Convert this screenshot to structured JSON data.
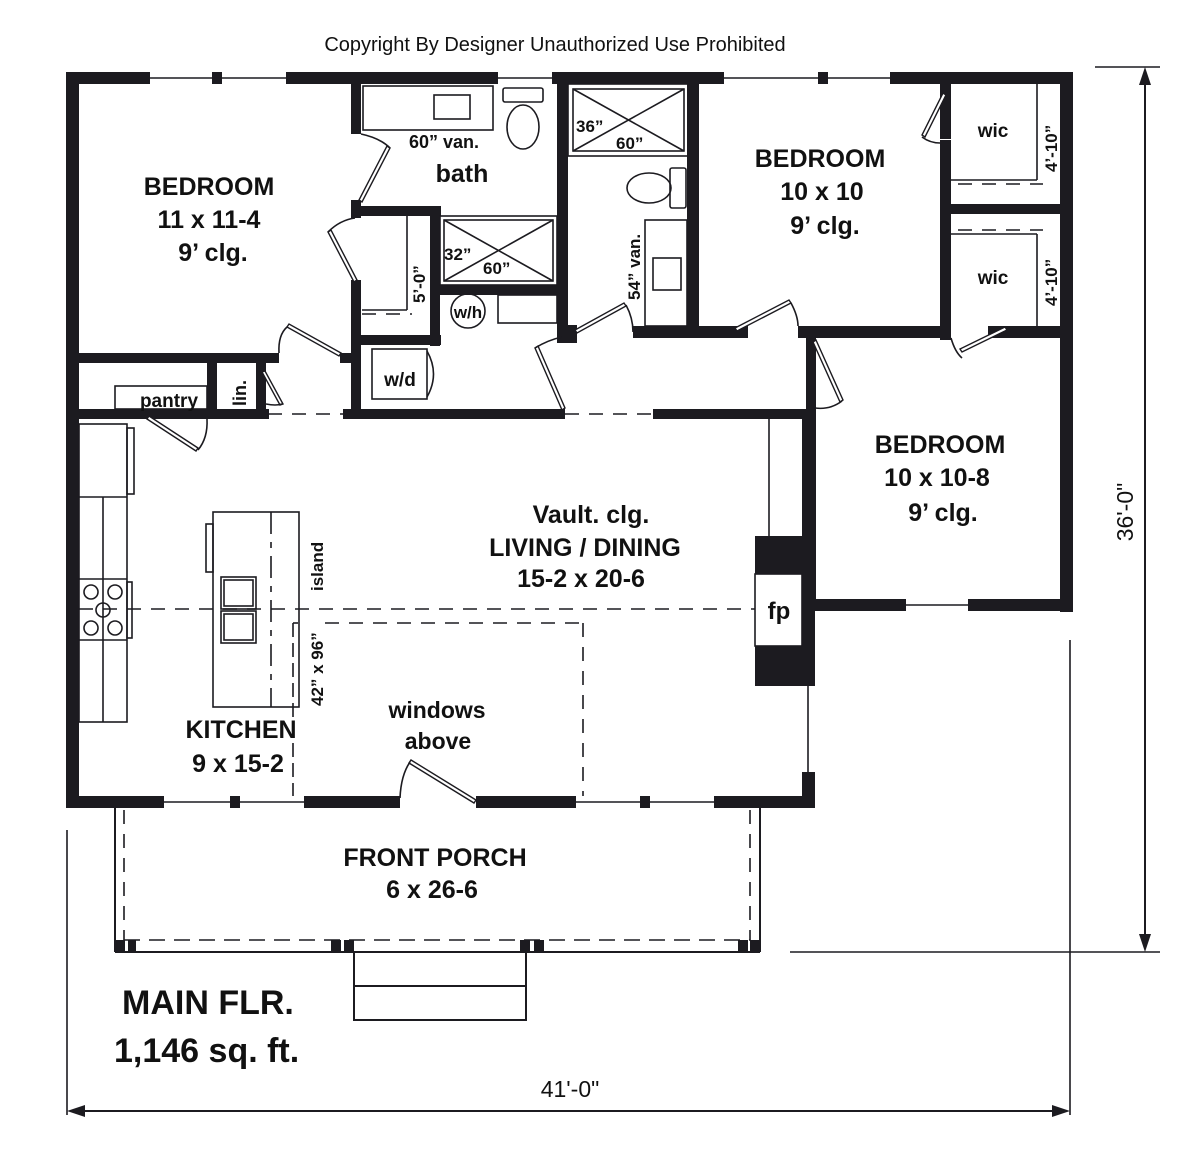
{
  "copyright": "Copyright By Designer Unauthorized Use Prohibited",
  "title": {
    "line1": "MAIN FLR.",
    "line2": "1,146 sq. ft."
  },
  "dimensions": {
    "width": "41'-0\"",
    "depth": "36'-0\""
  },
  "rooms": {
    "bedroom1": {
      "name": "BEDROOM",
      "size": "11 x 11-4",
      "ceiling": "9’ clg."
    },
    "bedroom2": {
      "name": "BEDROOM",
      "size": "10 x 10",
      "ceiling": "9’ clg."
    },
    "bedroom3": {
      "name": "BEDROOM",
      "size": "10 x 10-8",
      "ceiling": "9’ clg."
    },
    "bath": {
      "name": "bath",
      "vanity": "60” van."
    },
    "bath_shower": {
      "w": "32”",
      "l": "60”"
    },
    "closet_dim": "5’-0”",
    "water_heater": "w/h",
    "washer_dryer": "w/d",
    "ensuite": {
      "shower_w": "36”",
      "shower_l": "60”",
      "vanity": "54” van."
    },
    "wic1": {
      "name": "wic",
      "dim": "4’-10”"
    },
    "wic2": {
      "name": "wic",
      "dim": "4’-10”"
    },
    "pantry": "pantry",
    "linen": "lin.",
    "living": {
      "ceiling": "Vault. clg.",
      "name": "LIVING / DINING",
      "size": "15-2 x 20-6"
    },
    "fireplace": "fp",
    "kitchen": {
      "name": "KITCHEN",
      "size": "9 x 15-2"
    },
    "island": {
      "name": "island",
      "size": "42” x 96”"
    },
    "windows_note": {
      "line1": "windows",
      "line2": "above"
    },
    "porch": {
      "name": "FRONT PORCH",
      "size": "6 x 26-6"
    }
  }
}
